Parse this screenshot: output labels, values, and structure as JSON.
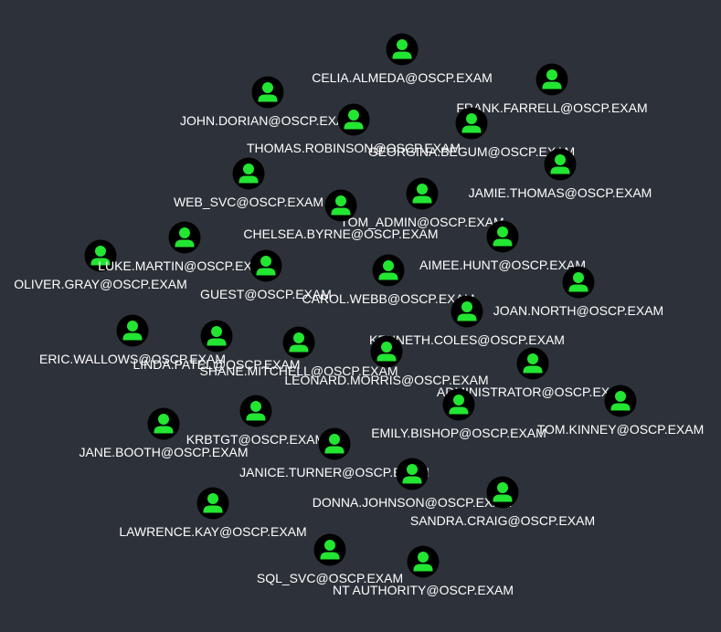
{
  "graph": {
    "background": "#2d323a",
    "node_fill": "#000000",
    "icon_color": "#22e632",
    "label_color": "#ffffff",
    "node_icon": "user-icon",
    "nodes": [
      {
        "id": "celia-almeda",
        "label": "CELIA.ALMEDA@OSCP.EXAM"
      },
      {
        "id": "frank-farrell",
        "label": "FRANK.FARRELL@OSCP.EXAM"
      },
      {
        "id": "john-dorian",
        "label": "JOHN.DORIAN@OSCP.EXAM"
      },
      {
        "id": "thomas-robinson",
        "label": "THOMAS.ROBINSON@OSCP.EXAM"
      },
      {
        "id": "georgina-begum",
        "label": "GEORGINA.BEGUM@OSCP.EXAM"
      },
      {
        "id": "jamie-thomas",
        "label": "JAMIE.THOMAS@OSCP.EXAM"
      },
      {
        "id": "web-svc",
        "label": "WEB_SVC@OSCP.EXAM"
      },
      {
        "id": "tom-admin",
        "label": "TOM_ADMIN@OSCP.EXAM"
      },
      {
        "id": "chelsea-byrne",
        "label": "CHELSEA.BYRNE@OSCP.EXAM"
      },
      {
        "id": "aimee-hunt",
        "label": "AIMEE.HUNT@OSCP.EXAM"
      },
      {
        "id": "oliver-gray",
        "label": "OLIVER.GRAY@OSCP.EXAM"
      },
      {
        "id": "luke-martin",
        "label": "LUKE.MARTIN@OSCP.EXAM"
      },
      {
        "id": "guest",
        "label": "GUEST@OSCP.EXAM"
      },
      {
        "id": "carol-webb",
        "label": "CAROL.WEBB@OSCP.EXAM"
      },
      {
        "id": "joan-north",
        "label": "JOAN.NORTH@OSCP.EXAM"
      },
      {
        "id": "kenneth-coles",
        "label": "KENNETH.COLES@OSCP.EXAM"
      },
      {
        "id": "eric-wallows",
        "label": "ERIC.WALLOWS@OSCP.EXAM"
      },
      {
        "id": "linda-patel",
        "label": "LINDA.PATEL@OSCP.EXAM"
      },
      {
        "id": "shane-mitchell",
        "label": "SHANE.MITCHELL@OSCP.EXAM"
      },
      {
        "id": "leonard-morris",
        "label": "LEONARD.MORRIS@OSCP.EXAM"
      },
      {
        "id": "administrator",
        "label": "ADMINISTRATOR@OSCP.EXAM"
      },
      {
        "id": "tom-kinney",
        "label": "TOM.KINNEY@OSCP.EXAM"
      },
      {
        "id": "emily-bishop",
        "label": "EMILY.BISHOP@OSCP.EXAM"
      },
      {
        "id": "jane-booth",
        "label": "JANE.BOOTH@OSCP.EXAM"
      },
      {
        "id": "krbtgt",
        "label": "KRBTGT@OSCP.EXAM"
      },
      {
        "id": "janice-turner",
        "label": "JANICE.TURNER@OSCP.EXAM"
      },
      {
        "id": "donna-johnson",
        "label": "DONNA.JOHNSON@OSCP.EXAM"
      },
      {
        "id": "sandra-craig",
        "label": "SANDRA.CRAIG@OSCP.EXAM"
      },
      {
        "id": "lawrence-kay",
        "label": "LAWRENCE.KAY@OSCP.EXAM"
      },
      {
        "id": "sql-svc",
        "label": "SQL_SVC@OSCP.EXAM"
      },
      {
        "id": "nt-authority",
        "label": "NT AUTHORITY@OSCP.EXAM"
      }
    ]
  }
}
